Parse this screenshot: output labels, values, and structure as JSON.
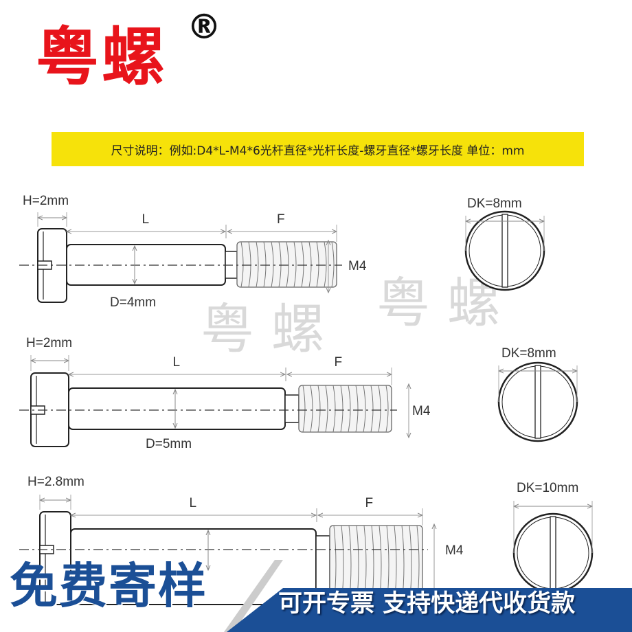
{
  "brand": {
    "name": "粤螺",
    "registered_mark": "®"
  },
  "spec_bar": {
    "text": "尺寸说明：例如:D4*L-M4*6光杆直径*光杆长度-螺牙直径*螺牙长度  单位：mm",
    "color": "#f6e20a"
  },
  "watermark": "粤 螺",
  "screws": [
    {
      "head": "H=2mm",
      "shank_length": "L",
      "thread_length": "F",
      "thread": "M4",
      "diameter": "D=4mm",
      "cap": "DK=8mm"
    },
    {
      "head": "H=2mm",
      "shank_length": "L",
      "thread_length": "F",
      "thread": "M4",
      "diameter": "D=5mm",
      "cap": "DK=8mm"
    },
    {
      "head": "H=2.8mm",
      "shank_length": "L",
      "thread_length": "F",
      "thread": "M4",
      "cap": "DK=10mm"
    }
  ],
  "banner": {
    "left": "免费寄样",
    "right": "可开专票 支持快递代收货款",
    "color": "#1b4f96"
  },
  "colors": {
    "brand": "#e8141b",
    "banner": "#1b4f96"
  }
}
